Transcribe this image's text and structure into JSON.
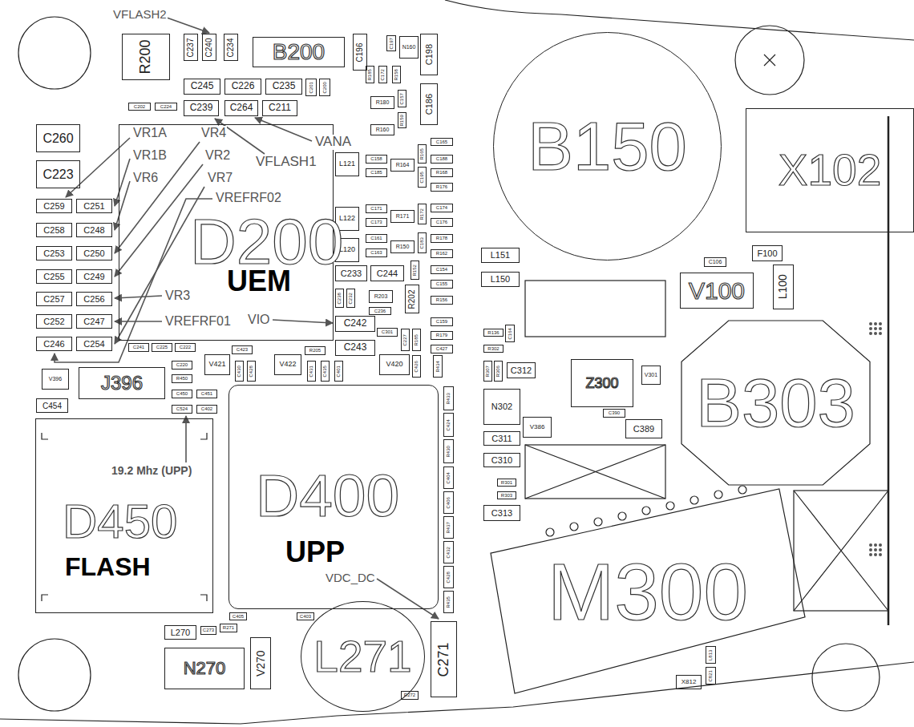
{
  "diagram": {
    "nodes": [
      {
        "text": [
          "R200"
        ]
      },
      {
        "text": [
          "C237"
        ]
      },
      {
        "text": [
          "C240"
        ]
      },
      {
        "text": [
          "C234"
        ]
      },
      {
        "text": [
          "B200"
        ]
      },
      {
        "text": [
          "C196"
        ]
      },
      {
        "text": [
          "C197"
        ]
      },
      {
        "text": [
          "N160"
        ]
      },
      {
        "text": [
          "C198"
        ]
      },
      {
        "text": [
          "C245"
        ]
      },
      {
        "text": [
          "C226"
        ]
      },
      {
        "text": [
          "C235"
        ]
      },
      {
        "text": [
          "C201"
        ]
      },
      {
        "text": [
          "C200"
        ]
      },
      {
        "text": [
          "C202"
        ]
      },
      {
        "text": [
          "C224"
        ]
      },
      {
        "text": [
          "C239"
        ]
      },
      {
        "text": [
          "C264"
        ]
      },
      {
        "text": [
          "C211"
        ]
      },
      {
        "text": [
          "R185"
        ]
      },
      {
        "text": [
          "C172"
        ]
      },
      {
        "text": [
          "R158"
        ]
      },
      {
        "text": [
          "C157"
        ]
      },
      {
        "text": [
          "R180"
        ]
      },
      {
        "text": [
          "C186"
        ]
      },
      {
        "text": [
          "R159"
        ]
      },
      {
        "text": [
          "R160"
        ]
      },
      {
        "text": [
          "C165"
        ]
      },
      {
        "text": [
          "R165"
        ]
      },
      {
        "text": [
          "C260"
        ]
      },
      {
        "text": [
          "C223"
        ]
      },
      {
        "text": [
          "L121"
        ]
      },
      {
        "text": [
          "C158"
        ]
      },
      {
        "text": [
          "R164"
        ]
      },
      {
        "text": [
          "C188"
        ]
      },
      {
        "text": [
          "C185"
        ]
      },
      {
        "text": [
          "C195"
        ]
      },
      {
        "text": [
          "R168"
        ]
      },
      {
        "text": [
          "R176"
        ]
      },
      {
        "text": [
          "C259"
        ]
      },
      {
        "text": [
          "C251"
        ]
      },
      {
        "text": [
          "C258"
        ]
      },
      {
        "text": [
          "C248"
        ]
      },
      {
        "text": [
          "L122"
        ]
      },
      {
        "text": [
          "C171"
        ]
      },
      {
        "text": [
          "R171"
        ]
      },
      {
        "text": [
          "R172"
        ]
      },
      {
        "text": [
          "C174"
        ]
      },
      {
        "text": [
          "C173"
        ]
      },
      {
        "text": [
          "C176"
        ]
      },
      {
        "text": [
          "C253"
        ]
      },
      {
        "text": [
          "C250"
        ]
      },
      {
        "text": [
          "L120"
        ]
      },
      {
        "text": [
          "C161"
        ]
      },
      {
        "text": [
          "R150"
        ]
      },
      {
        "text": [
          "C183"
        ]
      },
      {
        "text": [
          "R178"
        ]
      },
      {
        "text": [
          "C163"
        ]
      },
      {
        "text": [
          "R162"
        ]
      },
      {
        "text": [
          "C255"
        ]
      },
      {
        "text": [
          "C249"
        ]
      },
      {
        "text": [
          "C233"
        ]
      },
      {
        "text": [
          "C244"
        ]
      },
      {
        "text": [
          "R152"
        ]
      },
      {
        "text": [
          "C154"
        ]
      },
      {
        "text": [
          "C155"
        ]
      },
      {
        "text": [
          "C257"
        ]
      },
      {
        "text": [
          "C256"
        ]
      },
      {
        "text": [
          "C238"
        ]
      },
      {
        "text": [
          "C232"
        ]
      },
      {
        "text": [
          "R203"
        ]
      },
      {
        "text": [
          "R202"
        ]
      },
      {
        "text": [
          "R156"
        ]
      },
      {
        "text": [
          "C236"
        ]
      },
      {
        "text": [
          "C159"
        ]
      },
      {
        "text": [
          "C252"
        ]
      },
      {
        "text": [
          "C247"
        ]
      },
      {
        "text": [
          "C242"
        ]
      },
      {
        "text": [
          "C301"
        ]
      },
      {
        "text": [
          "C227"
        ]
      },
      {
        "text": [
          "R185"
        ]
      },
      {
        "text": [
          "R179"
        ]
      },
      {
        "text": [
          "C427"
        ]
      },
      {
        "text": [
          "C246"
        ]
      },
      {
        "text": [
          "C254"
        ]
      },
      {
        "text": [
          "C243"
        ]
      },
      {
        "text": [
          "C241"
        ]
      },
      {
        "text": [
          "C225"
        ]
      },
      {
        "text": [
          "C222"
        ]
      },
      {
        "text": [
          "C423"
        ]
      },
      {
        "text": [
          "R205"
        ]
      },
      {
        "text": [
          "V421"
        ]
      },
      {
        "text": [
          "C430"
        ]
      },
      {
        "text": [
          "C428"
        ]
      },
      {
        "text": [
          "V422"
        ]
      },
      {
        "text": [
          "C431"
        ]
      },
      {
        "text": [
          "C435"
        ]
      },
      {
        "text": [
          "C401"
        ]
      },
      {
        "text": [
          "V420"
        ]
      },
      {
        "text": [
          "C426"
        ]
      },
      {
        "text": [
          "R434"
        ]
      },
      {
        "text": [
          "C220"
        ]
      },
      {
        "text": [
          "R450"
        ]
      },
      {
        "text": [
          "V396"
        ]
      },
      {
        "text": [
          "J396"
        ]
      },
      {
        "text": [
          "C450"
        ]
      },
      {
        "text": [
          "C451"
        ]
      },
      {
        "text": [
          "C454"
        ]
      },
      {
        "text": [
          "C524"
        ]
      },
      {
        "text": [
          "C402"
        ]
      },
      {
        "text": [
          "D200",
          "UEM"
        ]
      },
      {
        "text": [
          "D400",
          "UPP"
        ]
      },
      {
        "text": [
          "D450",
          "FLASH"
        ]
      },
      {
        "text": [
          "R433"
        ]
      },
      {
        "text": [
          "C424"
        ]
      },
      {
        "text": [
          "R430"
        ]
      },
      {
        "text": [
          "C404"
        ]
      },
      {
        "text": [
          "C406"
        ]
      },
      {
        "text": [
          "R437"
        ]
      },
      {
        "text": [
          "C432"
        ]
      },
      {
        "text": [
          "C428"
        ]
      },
      {
        "text": [
          "R435"
        ]
      },
      {
        "text": [
          "C405"
        ]
      },
      {
        "text": [
          "C403"
        ]
      },
      {
        "text": [
          "L270"
        ]
      },
      {
        "text": [
          "C273"
        ]
      },
      {
        "text": [
          "R271"
        ]
      },
      {
        "text": [
          "N270"
        ]
      },
      {
        "text": [
          "V270"
        ]
      },
      {
        "text": [
          "L271"
        ]
      },
      {
        "text": [
          "C271"
        ]
      },
      {
        "text": [
          "R272"
        ]
      },
      {
        "text": [
          "B150"
        ]
      },
      {
        "text": [
          "X102"
        ]
      },
      {
        "text": [
          "L151"
        ]
      },
      {
        "text": [
          "L150"
        ]
      },
      {
        "text": [
          "C106"
        ]
      },
      {
        "text": [
          "F100"
        ]
      },
      {
        "text": [
          "V100"
        ]
      },
      {
        "text": [
          "L100"
        ]
      },
      {
        "text": [
          "R136"
        ]
      },
      {
        "text": [
          "C164"
        ]
      },
      {
        "text": [
          "R302"
        ]
      },
      {
        "text": [
          "R307"
        ]
      },
      {
        "text": [
          "R306"
        ]
      },
      {
        "text": [
          "C312"
        ]
      },
      {
        "text": [
          "Z300"
        ]
      },
      {
        "text": [
          "V301"
        ]
      },
      {
        "text": [
          "N302"
        ]
      },
      {
        "text": [
          "V386"
        ]
      },
      {
        "text": [
          "C390"
        ]
      },
      {
        "text": [
          "C389"
        ]
      },
      {
        "text": [
          "C311"
        ]
      },
      {
        "text": [
          "C310"
        ]
      },
      {
        "text": [
          "R301"
        ]
      },
      {
        "text": [
          "R303"
        ]
      },
      {
        "text": [
          "C313"
        ]
      },
      {
        "text": [
          "B303"
        ]
      },
      {
        "text": [
          "M300"
        ]
      },
      {
        "text": [
          "L813"
        ]
      },
      {
        "text": [
          "C821"
        ]
      },
      {
        "text": [
          "X812"
        ]
      }
    ],
    "labels": [
      "VFLASH2",
      "VANA",
      "VFLASH1",
      "VR1A",
      "VR4",
      "VR1B",
      "VR2",
      "VR6",
      "VR7",
      "VREFRF02",
      "VR3",
      "VREFRF01",
      "VIO",
      "19.2 Mhz (UPP)",
      "VDC_DC"
    ]
  }
}
